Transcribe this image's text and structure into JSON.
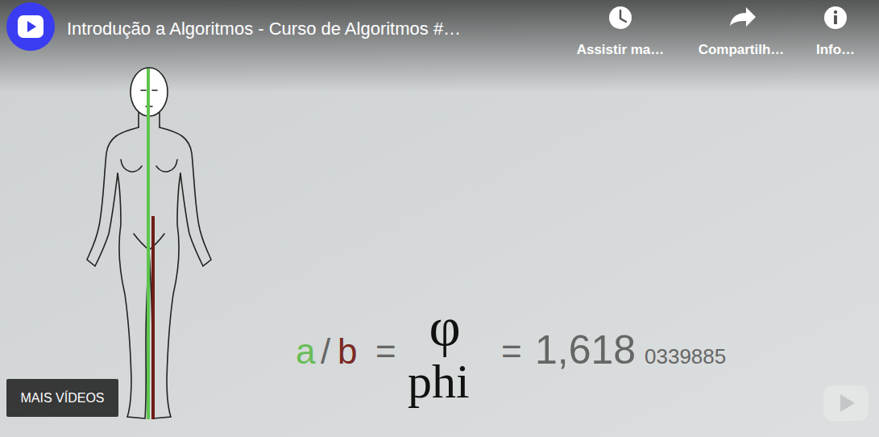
{
  "diagram": {
    "title": "Introdução a Algoritmos - Curso de Algoritmos #…",
    "nodes": [
      {
        "text": [
          "MAIS VÍDEOS"
        ]
      }
    ],
    "labels": [
      "Assistir ma…",
      "Compartilh…",
      "Info…",
      "a",
      "/",
      "b",
      "=",
      "φ",
      "phi",
      "=",
      "1,618",
      "0339885"
    ]
  }
}
